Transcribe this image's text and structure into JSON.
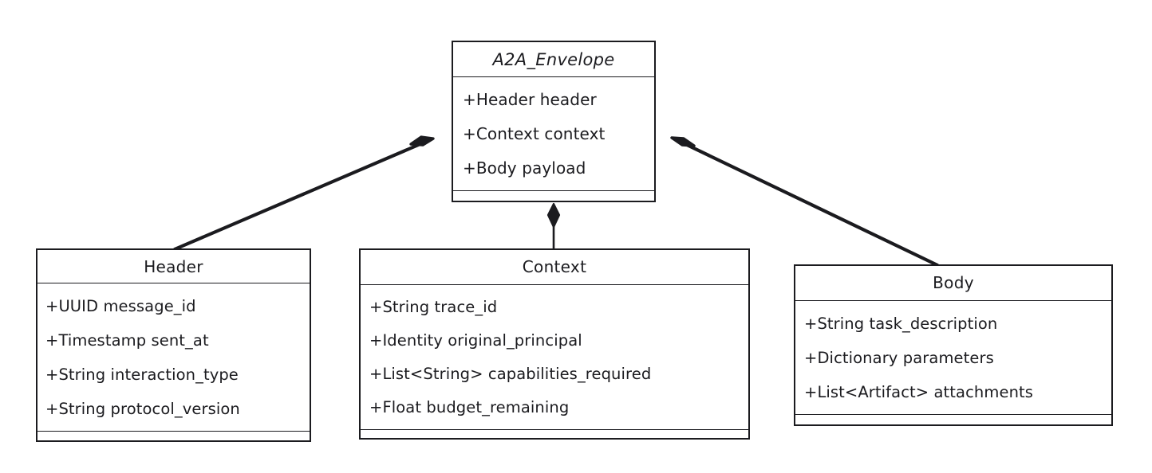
{
  "diagram": {
    "type": "uml-class-diagram",
    "style": "hand-drawn",
    "background_color": "#ffffff",
    "stroke_color": "#1b1b1f",
    "classes": [
      {
        "id": "envelope",
        "name": "A2A_Envelope",
        "attributes": [
          "+Header header",
          "+Context context",
          "+Body payload"
        ],
        "methods": []
      },
      {
        "id": "header",
        "name": "Header",
        "attributes": [
          "+UUID message_id",
          "+Timestamp sent_at",
          "+String interaction_type",
          "+String protocol_version"
        ],
        "methods": []
      },
      {
        "id": "context",
        "name": "Context",
        "attributes": [
          "+String trace_id",
          "+Identity original_principal",
          "+List<String> capabilities_required",
          "+Float budget_remaining"
        ],
        "methods": []
      },
      {
        "id": "body",
        "name": "Body",
        "attributes": [
          "+String task_description",
          "+Dictionary parameters",
          "+List<Artifact> attachments"
        ],
        "methods": []
      }
    ],
    "relationships": [
      {
        "id": "envelope-header",
        "from": "envelope",
        "to": "header",
        "kind": "composition",
        "marker": "filled-diamond",
        "marker_at": "envelope"
      },
      {
        "id": "envelope-context",
        "from": "envelope",
        "to": "context",
        "kind": "composition",
        "marker": "filled-diamond",
        "marker_at": "envelope"
      },
      {
        "id": "envelope-body",
        "from": "envelope",
        "to": "body",
        "kind": "composition",
        "marker": "filled-diamond",
        "marker_at": "envelope"
      }
    ]
  }
}
